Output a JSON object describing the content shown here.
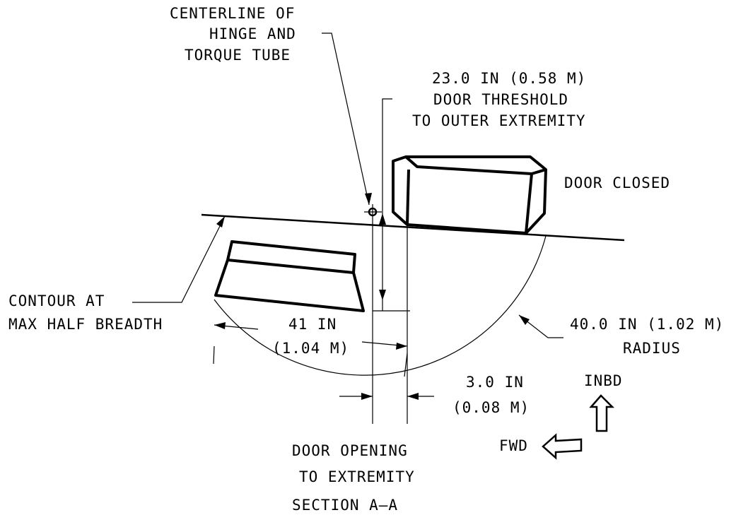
{
  "labels": {
    "hinge_line1": "CENTERLINE OF",
    "hinge_line2": "HINGE AND",
    "hinge_line3": "TORQUE TUBE",
    "threshold_line1": "23.0 IN (0.58 M)",
    "threshold_line2": "DOOR THRESHOLD",
    "threshold_line3": "TO OUTER EXTREMITY",
    "door_closed": "DOOR CLOSED",
    "contour_line1": "CONTOUR AT",
    "contour_line2": "MAX HALF BREADTH",
    "width_line1": "41 IN",
    "width_line2": "(1.04 M)",
    "radius_line1": "40.0 IN (1.02 M)",
    "radius_line2": "RADIUS",
    "gap_line1": "3.0 IN",
    "gap_line2": "(0.08 M)",
    "inbd": "INBD",
    "fwd": "FWD",
    "opening_line1": "DOOR OPENING",
    "opening_line2": "TO EXTREMITY",
    "section": "SECTION A–A"
  },
  "colors": {
    "line": "#000000",
    "background": "#ffffff"
  }
}
